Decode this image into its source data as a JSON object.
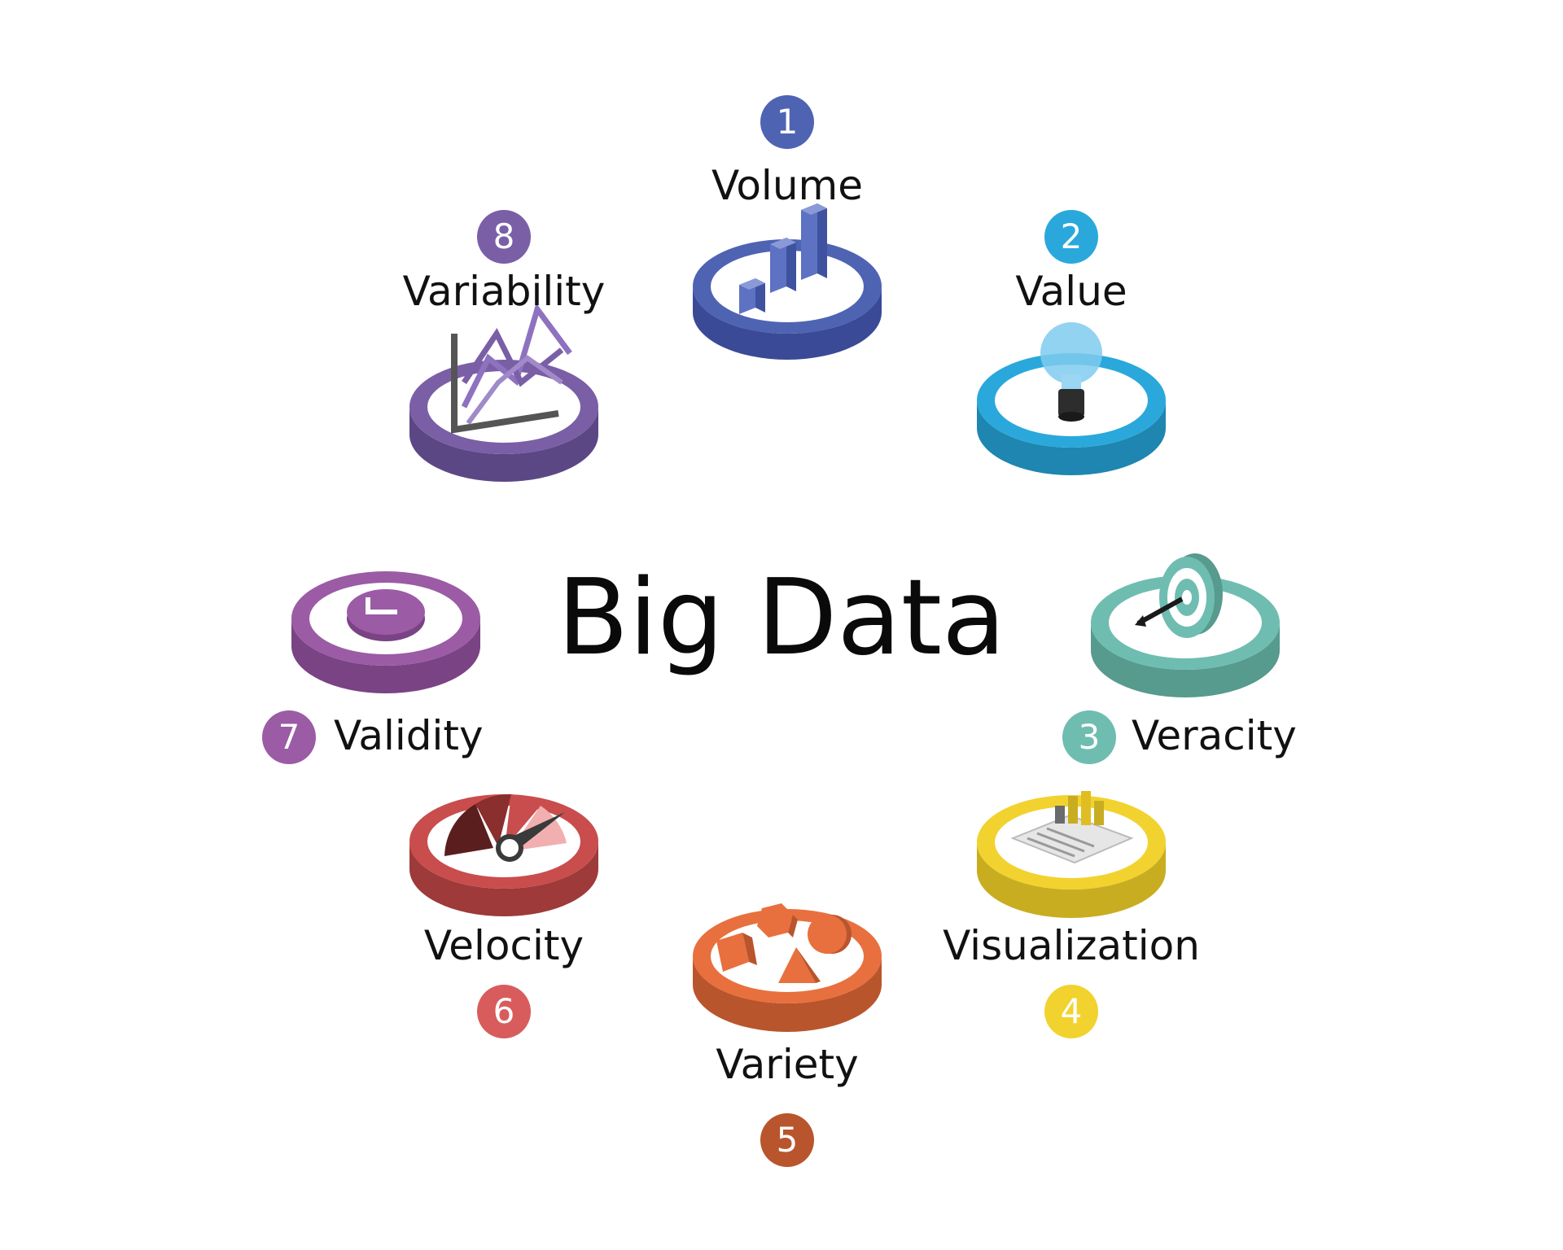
{
  "title": "Big Data",
  "items": [
    {
      "number": "1",
      "label": "Volume",
      "color": "#4F63B3",
      "dark": "#3A4A97",
      "icon": "bar-chart-icon"
    },
    {
      "number": "2",
      "label": "Value",
      "color": "#2AA8DB",
      "dark": "#1E86B0",
      "icon": "light-bulb-icon"
    },
    {
      "number": "3",
      "label": "Veracity",
      "color": "#6FBDB0",
      "dark": "#579A8E",
      "icon": "target-icon"
    },
    {
      "number": "4",
      "label": "Visualization",
      "color": "#F2D22E",
      "dark": "#C9AD21",
      "icon": "report-chart-icon"
    },
    {
      "number": "5",
      "label": "Variety",
      "color": "#E8703E",
      "dark": "#B9552C",
      "icon": "shapes-icon"
    },
    {
      "number": "6",
      "label": "Velocity",
      "color": "#C94D4D",
      "dark": "#9E3A3A",
      "icon": "speedometer-icon"
    },
    {
      "number": "7",
      "label": "Validity",
      "color": "#9B5BA5",
      "dark": "#7A4384",
      "icon": "clock-icon"
    },
    {
      "number": "8",
      "label": "Variability",
      "color": "#7A5FA6",
      "dark": "#5C4785",
      "icon": "line-chart-icon"
    }
  ],
  "badge_colors": {
    "5": "#B9552C",
    "6": "#D85C5C",
    "7": "#9B5BA5",
    "8": "#7A5FA6"
  }
}
